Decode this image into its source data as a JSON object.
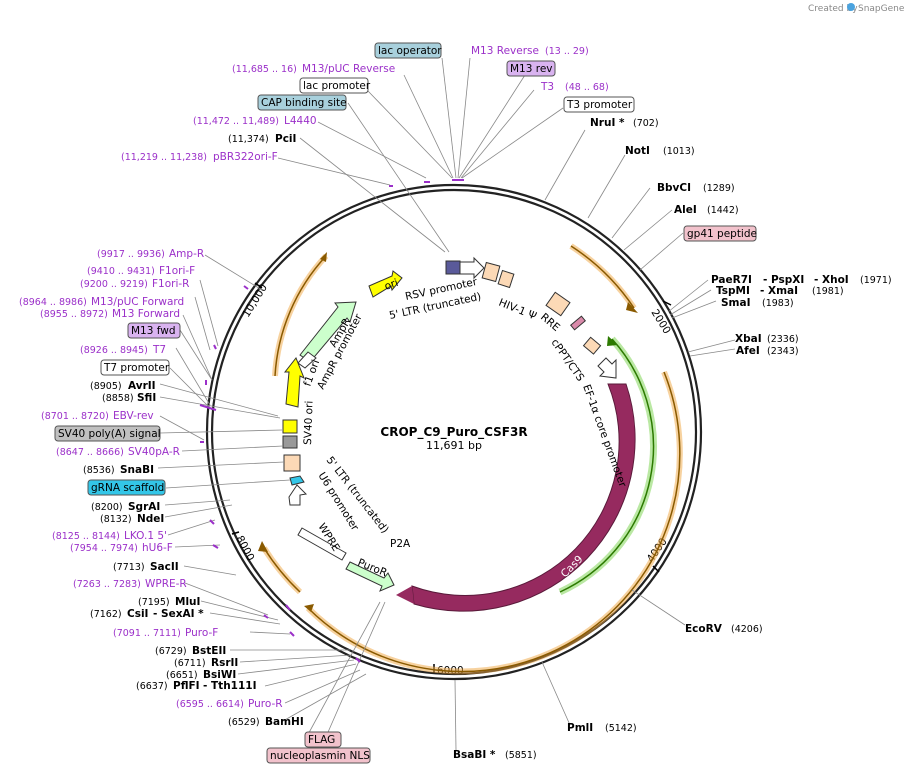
{
  "credit": {
    "text": "Created by",
    "brand": "SnapGene"
  },
  "plasmid": {
    "name": "CROP_C9_Puro_CSF3R",
    "size": "11,691 bp"
  },
  "ticks": [
    "2000",
    "4000",
    "6000",
    "8000",
    "10,000"
  ],
  "restriction_sites": [
    {
      "name": "NruI *",
      "pos": "(702)"
    },
    {
      "name": "NotI",
      "pos": "(1013)"
    },
    {
      "name": "BbvCI",
      "pos": "(1289)"
    },
    {
      "name": "AleI",
      "pos": "(1442)"
    },
    {
      "name": "PaeR7I",
      "name2": "PspXI",
      "name3": "XhoI",
      "pos": "(1971)"
    },
    {
      "name": "TspMI",
      "name2": "XmaI",
      "pos": "(1981)"
    },
    {
      "name": "SmaI",
      "pos": "(1983)"
    },
    {
      "name": "XbaI",
      "pos": "(2336)"
    },
    {
      "name": "AfeI",
      "pos": "(2343)"
    },
    {
      "name": "EcoRV",
      "pos": "(4206)"
    },
    {
      "name": "PmlI",
      "pos": "(5142)"
    },
    {
      "name": "BsaBI *",
      "pos": "(5851)"
    },
    {
      "name": "PciI",
      "pos": "(11,374)"
    },
    {
      "name": "AvrII",
      "pos": "(8905)"
    },
    {
      "name": "SfiI",
      "pos": "(8858)"
    },
    {
      "name": "SnaBI",
      "pos": "(8536)"
    },
    {
      "name": "SgrAI",
      "pos": "(8200)"
    },
    {
      "name": "NdeI",
      "pos": "(8132)"
    },
    {
      "name": "SacII",
      "pos": "(7713)"
    },
    {
      "name": "MluI",
      "pos": "(7195)"
    },
    {
      "name": "CsiI",
      "name2": "SexAI *",
      "pos": "(7162)"
    },
    {
      "name": "BstEII",
      "pos": "(6729)"
    },
    {
      "name": "RsrII",
      "pos": "(6711)"
    },
    {
      "name": "BsiWI",
      "pos": "(6651)"
    },
    {
      "name": "PflFI",
      "name2": "Tth111I",
      "pos": "(6637)"
    },
    {
      "name": "BamHI",
      "pos": "(6529)"
    }
  ],
  "primers": [
    {
      "name": "M13 Reverse",
      "range": "(13 .. 29)"
    },
    {
      "name": "T3",
      "range": "(48 .. 68)"
    },
    {
      "name": "M13/pUC Reverse",
      "range": "(11,685 .. 16)"
    },
    {
      "name": "L4440",
      "range": "(11,472 .. 11,489)"
    },
    {
      "name": "pBR322ori-F",
      "range": "(11,219 .. 11,238)"
    },
    {
      "name": "Amp-R",
      "range": "(9917 .. 9936)"
    },
    {
      "name": "F1ori-F",
      "range": "(9410 .. 9431)"
    },
    {
      "name": "F1ori-R",
      "range": "(9200 .. 9219)"
    },
    {
      "name": "M13/pUC Forward",
      "range": "(8964 .. 8986)"
    },
    {
      "name": "M13 Forward",
      "range": "(8955 .. 8972)"
    },
    {
      "name": "T7",
      "range": "(8926 .. 8945)"
    },
    {
      "name": "EBV-rev",
      "range": "(8701 .. 8720)"
    },
    {
      "name": "SV40pA-R",
      "range": "(8647 .. 8666)"
    },
    {
      "name": "LKO.1 5'",
      "range": "(8125 .. 8144)"
    },
    {
      "name": "hU6-F",
      "range": "(7954 .. 7974)"
    },
    {
      "name": "WPRE-R",
      "range": "(7263 .. 7283)"
    },
    {
      "name": "Puro-F",
      "range": "(7091 .. 7111)"
    },
    {
      "name": "Puro-R",
      "range": "(6595 .. 6614)"
    }
  ],
  "boxes": {
    "lac_operator": "lac operator",
    "m13_rev": "M13 rev",
    "lac_promoter": "lac promoter",
    "cap_site": "CAP binding site",
    "t3_promoter": "T3 promoter",
    "gp41": "gp41 peptide",
    "m13_fwd": "M13 fwd",
    "t7_promoter": "T7 promoter",
    "sv40_polya": "SV40 poly(A) signal",
    "grna": "gRNA scaffold",
    "flag": "FLAG",
    "nls": "nucleoplasmin NLS"
  },
  "features": {
    "ori": "ori",
    "ampr": "AmpR",
    "ampr_promoter": "AmpR promoter",
    "f1_ori": "f1 ori",
    "sv40_ori": "SV40 ori",
    "rsv_promoter": "RSV promoter",
    "ltr5_trunc_top": "5' LTR (truncated)",
    "hiv_psi": "HIV-1 Ψ",
    "rre": "RRE",
    "cppt": "cPPT/CTS",
    "ef1a": "EF-1α core promoter",
    "cas9": "Cas9",
    "p2a": "P2A",
    "puror": "PuroR",
    "wpre": "WPRE",
    "u6": "U6 promoter",
    "ltr5_trunc_left": "5' LTR (truncated)"
  },
  "colors": {
    "primer": "#9b30c9",
    "ori": "#ffff00",
    "ampr": "#ccffcc",
    "cas9": "#962a5f",
    "orange_arc": "#f0a640",
    "green_arc": "#66cc33",
    "peach": "#fcd9b6",
    "box_blue": "#a8d0dc",
    "box_purple": "#d9b3f0",
    "box_pink": "#f2c2cc",
    "box_cyan": "#33c6e8",
    "box_gray": "#c0c0c0"
  }
}
